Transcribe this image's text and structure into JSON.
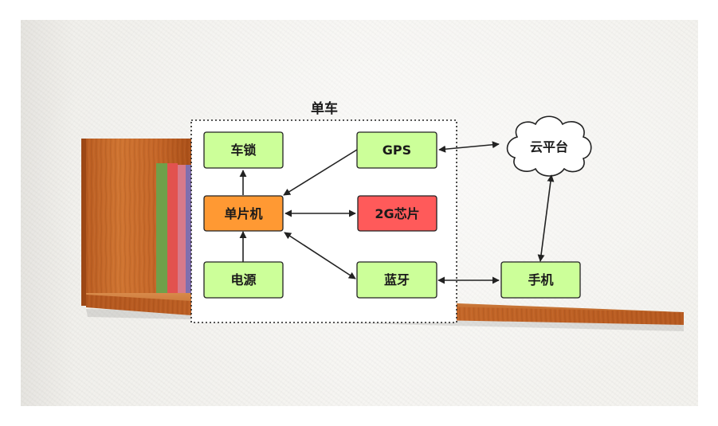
{
  "diagram": {
    "group": {
      "label": "单车"
    },
    "nodes": {
      "lock": {
        "label": "车锁",
        "fill": "#ccff99"
      },
      "gps": {
        "label": "GPS",
        "fill": "#ccff99"
      },
      "mcu": {
        "label": "单片机",
        "fill": "#ff9933"
      },
      "chip2g": {
        "label": "2G芯片",
        "fill": "#ff5a5a"
      },
      "power": {
        "label": "电源",
        "fill": "#ccff99"
      },
      "bluetooth": {
        "label": "蓝牙",
        "fill": "#ccff99"
      },
      "phone": {
        "label": "手机",
        "fill": "#ccff99"
      },
      "cloud": {
        "label": "云平台",
        "fill": "#ffffff"
      }
    },
    "edges": [
      {
        "from": "单片机",
        "to": "车锁",
        "direction": "single"
      },
      {
        "from": "电源",
        "to": "单片机",
        "direction": "single"
      },
      {
        "from": "GPS",
        "to": "单片机",
        "direction": "single"
      },
      {
        "from": "单片机",
        "to": "2G芯片",
        "direction": "both"
      },
      {
        "from": "单片机",
        "to": "蓝牙",
        "direction": "both"
      },
      {
        "from": "GPS",
        "to": "云平台",
        "direction": "both"
      },
      {
        "from": "蓝牙",
        "to": "手机",
        "direction": "both"
      },
      {
        "from": "手机",
        "to": "云平台",
        "direction": "both"
      }
    ]
  }
}
